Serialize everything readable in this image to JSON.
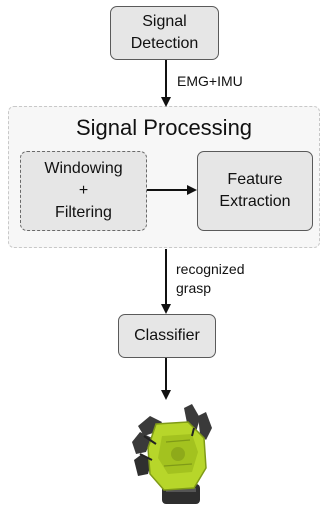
{
  "nodes": {
    "signal_detection": [
      "Signal",
      "Detection"
    ],
    "signal_processing_title": "Signal Processing",
    "windowing": [
      "Windowing",
      "+",
      "Filtering"
    ],
    "feature_extraction": [
      "Feature",
      "Extraction"
    ],
    "classifier": "Classifier"
  },
  "edges": {
    "emg_imu": "EMG+IMU",
    "recognized_grasp": [
      "recognized",
      "grasp"
    ]
  },
  "icons": {
    "output": "robotic-hand-icon"
  },
  "colors": {
    "box_fill": "#e6e6e6",
    "hand_green": "#b7d62a",
    "hand_dark": "#3a3a3a"
  }
}
